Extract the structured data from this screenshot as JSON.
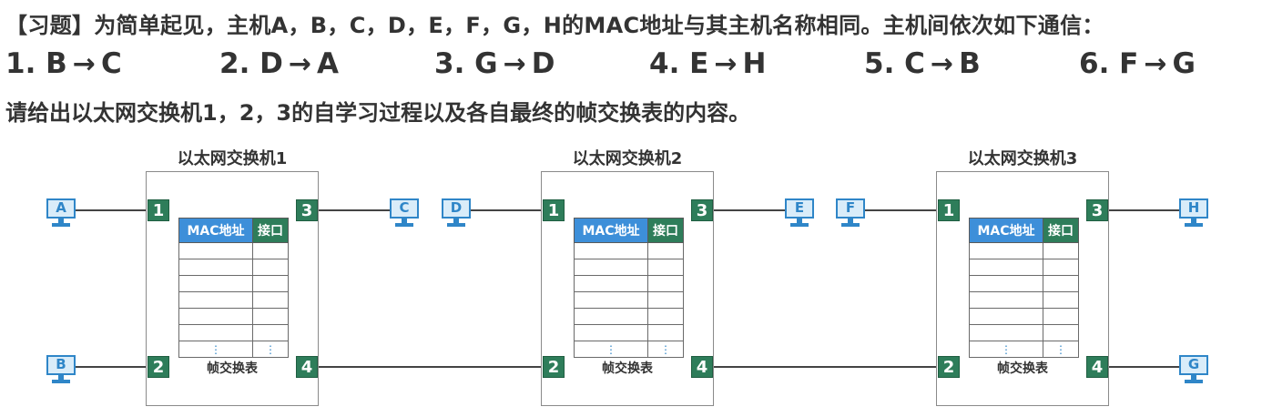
{
  "question": {
    "bracket_open": "【",
    "tag": "习题",
    "bracket_close": "】",
    "text": "为简单起见，主机A，B，C，D，E，F，G，H的MAC地址与其主机名称相同。主机间依次如下通信："
  },
  "sequence": [
    {
      "num": "1.",
      "from": "B",
      "to": "C"
    },
    {
      "num": "2.",
      "from": "D",
      "to": "A"
    },
    {
      "num": "3.",
      "from": "G",
      "to": "D"
    },
    {
      "num": "4.",
      "from": "E",
      "to": "H"
    },
    {
      "num": "5.",
      "from": "C",
      "to": "B"
    },
    {
      "num": "6.",
      "from": "F",
      "to": "G"
    }
  ],
  "arrow_glyph": "→",
  "instruction": "请给出以太网交换机1，2，3的自学习过程以及各自最终的帧交换表的内容。",
  "switches": [
    {
      "title": "以太网交换机1",
      "ports": [
        "1",
        "2",
        "3",
        "4"
      ],
      "hosts": {
        "p1": "A",
        "p2": "B",
        "p3": "C"
      }
    },
    {
      "title": "以太网交换机2",
      "ports": [
        "1",
        "2",
        "3",
        "4"
      ],
      "hosts": {
        "p1": "D",
        "p3": "E"
      }
    },
    {
      "title": "以太网交换机3",
      "ports": [
        "1",
        "2",
        "3",
        "4"
      ],
      "hosts": {
        "p1": "F",
        "p3": "H",
        "p4": "G"
      }
    }
  ],
  "table": {
    "col_mac": "MAC地址",
    "col_interface": "接口",
    "label": "帧交换表",
    "dots": "⋮"
  },
  "colors": {
    "port_green": "#2e7d5a",
    "header_blue": "#3d8fd9",
    "pc_blue": "#2f86c8"
  }
}
